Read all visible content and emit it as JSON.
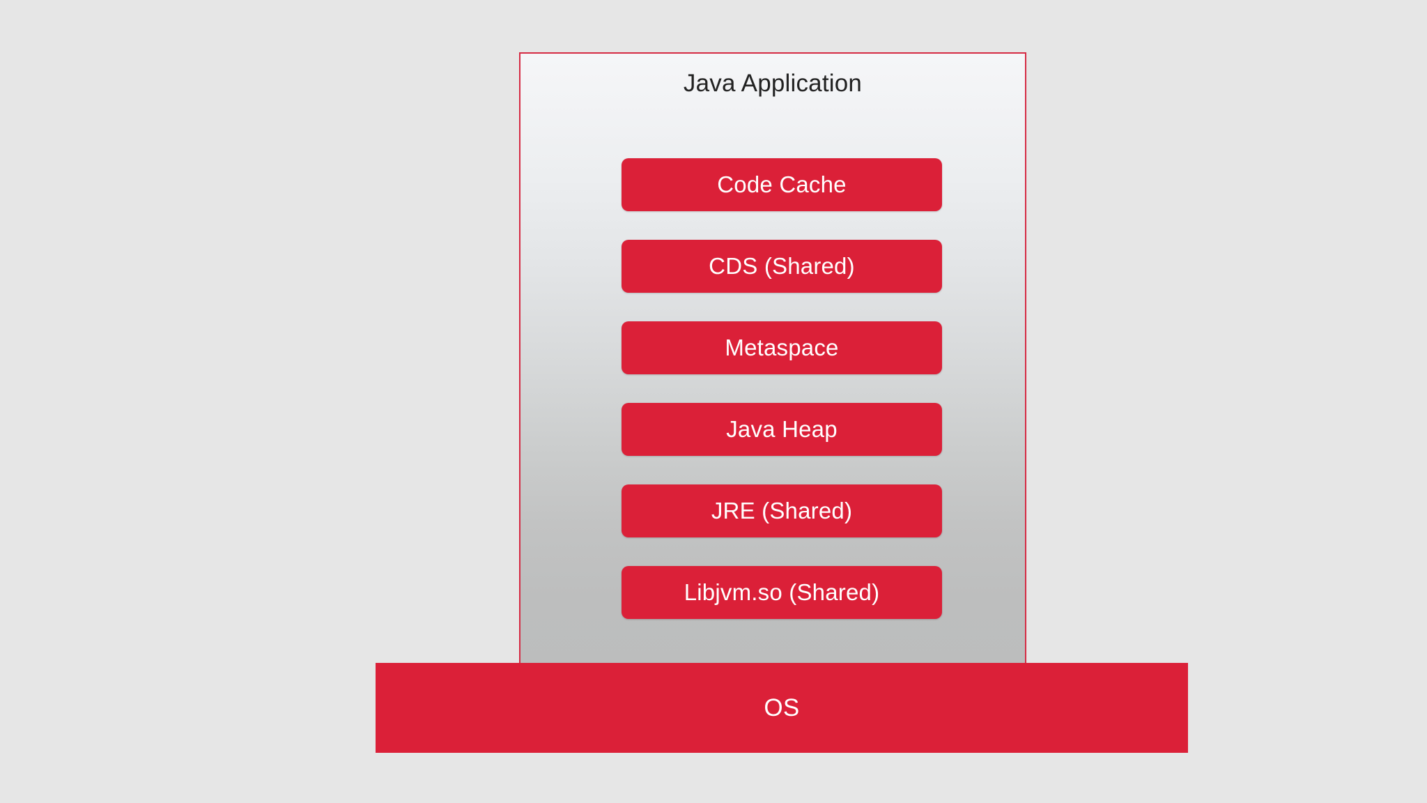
{
  "diagram": {
    "title": "Java Application",
    "background_color": "#e6e6e6",
    "container": {
      "label": "Java Application",
      "border_color": "#d52a43",
      "gradient_from": "#f5f6f8",
      "gradient_to": "#bcbdbd"
    },
    "regions": [
      {
        "label": "Code Cache"
      },
      {
        "label": "CDS (Shared)"
      },
      {
        "label": "Metaspace"
      },
      {
        "label": "Java Heap"
      },
      {
        "label": "JRE (Shared)"
      },
      {
        "label": "Libjvm.so (Shared)"
      }
    ],
    "foundation": {
      "label": "OS",
      "color": "#db2038",
      "text_color": "#ffffff"
    },
    "accent_color": "#db2038"
  }
}
